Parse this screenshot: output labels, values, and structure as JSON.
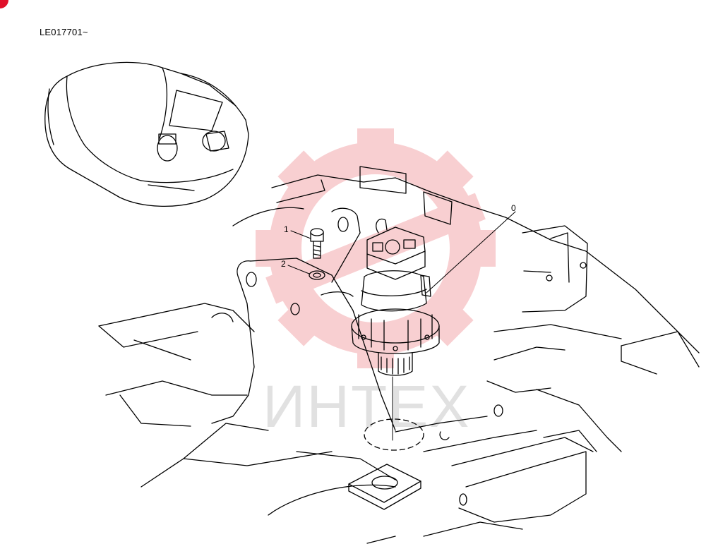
{
  "serial_label": "LE017701~",
  "callouts": {
    "assembly": "0",
    "bolt": "1",
    "washer": "2"
  },
  "watermark": {
    "text": "ИНТЕХ",
    "color": "#f4a8ad",
    "text_color": "#c9c9c9"
  },
  "colors": {
    "ink": "#000000",
    "badge": "#e0102a",
    "background": "#ffffff"
  }
}
